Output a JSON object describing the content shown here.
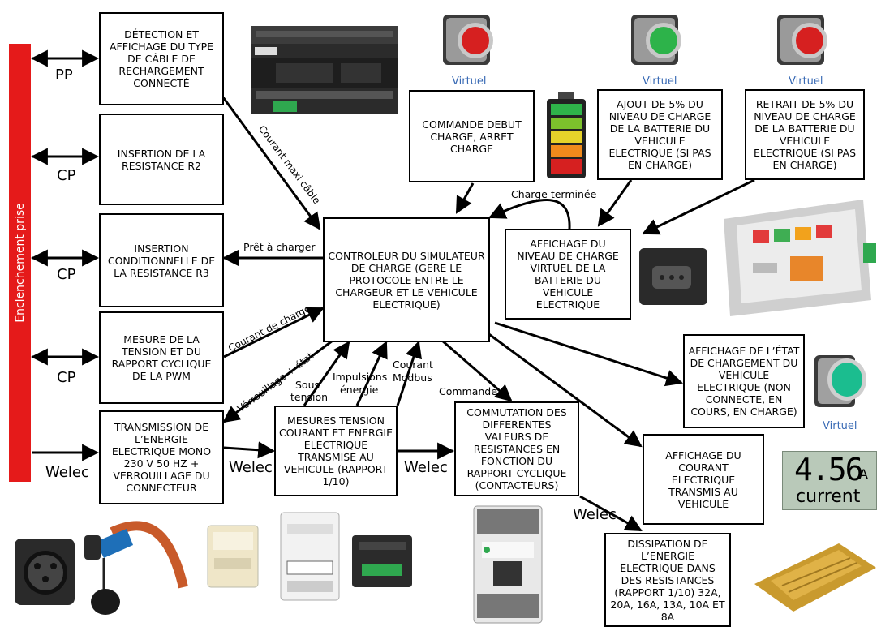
{
  "sidebar_label": "Enclenchement prise",
  "boxes": {
    "pp_detect": "DÉTECTION ET AFFICHAGE DU TYPE DE CÂBLE DE RECHARGEMENT CONNECTÉ",
    "r2": "INSERTION DE LA RESISTANCE R2",
    "r3": "INSERTION CONDITIONNELLE DE LA RESISTANCE R3",
    "pwm": "MESURE DE LA TENSION ET DU RAPPORT CYCLIQUE DE LA PWM",
    "transmission": "TRANSMISSION DE L’ENERGIE ELECTRIQUE MONO 230 V 50 Hz + VERROUILLAGE DU CONNECTEUR",
    "commande": "COMMANDE DEBUT CHARGE, ARRET CHARGE",
    "ajout": "AJOUT DE 5% DU NIVEAU DE CHARGE DE LA BATTERIE DU VEHICULE ELECTRIQUE (SI PAS EN CHARGE)",
    "retrait": "RETRAIT DE 5% DU NIVEAU DE CHARGE DE LA BATTERIE DU VEHICULE ELECTRIQUE (SI PAS EN CHARGE)",
    "controleur": "CONTROLEUR DU SIMULATEUR DE CHARGE (GERE LE PROTOCOLE ENTRE LE CHARGEUR ET LE VEHICULE ELECTRIQUE)",
    "niveau": "AFFICHAGE DU NIVEAU DE CHARGE VIRTUEL DE LA BATTERIE DU VEHICULE ELECTRIQUE",
    "etat": "AFFICHAGE DE L’ÉTAT DE CHARGEMENT DU VEHICULE ELECTRIQUE (NON CONNECTE, EN COURS, EN CHARGE)",
    "courant": "AFFICHAGE DU COURANT ELECTRIQUE TRANSMIS AU VEHICULE",
    "mesures": "MESURES TENSION COURANT ET ENERGIE ELECTRIQUE TRANSMISE AU VEHICULE (RAPPORT 1/10)",
    "commutation": "COMMUTATION DES DIFFERENTES VALEURS DE RESISTANCES EN FONCTION DU RAPPORT CYCLIQUE (CONTACTEURS)",
    "dissipation": "DISSIPATION DE L’ENERGIE ELECTRIQUE DANS DES RESISTANCES (RAPPORT 1/10) 32A, 20A, 16A, 13A, 10A et 8A"
  },
  "signals": {
    "pp": "PP",
    "cp1": "CP",
    "cp2": "CP",
    "cp3": "CP",
    "welec1": "Welec",
    "welec2": "Welec",
    "welec3": "Welec",
    "welec4": "Welec",
    "courant_maxi": "Courant maxi câble",
    "pret": "Prêt à charger",
    "courant_charge": "Courant de charge",
    "verrouillage": "Vérrouillage + état",
    "sous_tension_1": "Sous",
    "sous_tension_2": "tension",
    "impulsions_1": "Impulsions",
    "impulsions_2": "énergie",
    "modbus_1": "Courant",
    "modbus_2": "Modbus",
    "commande_sig": "Commande",
    "charge_terminee": "Charge terminée"
  },
  "virtuel": {
    "v1": "Virtuel",
    "v2": "Virtuel",
    "v3": "Virtuel",
    "v4": "Virtuel"
  },
  "meter": {
    "value": "4.56",
    "unit": "A",
    "caption": "current"
  },
  "colors": {
    "sidebar": "#e51a1a",
    "virtuel": "#3a6bb5",
    "button_red": "#d62020",
    "button_green": "#2db34a",
    "lamp_green": "#1bbd8f"
  }
}
